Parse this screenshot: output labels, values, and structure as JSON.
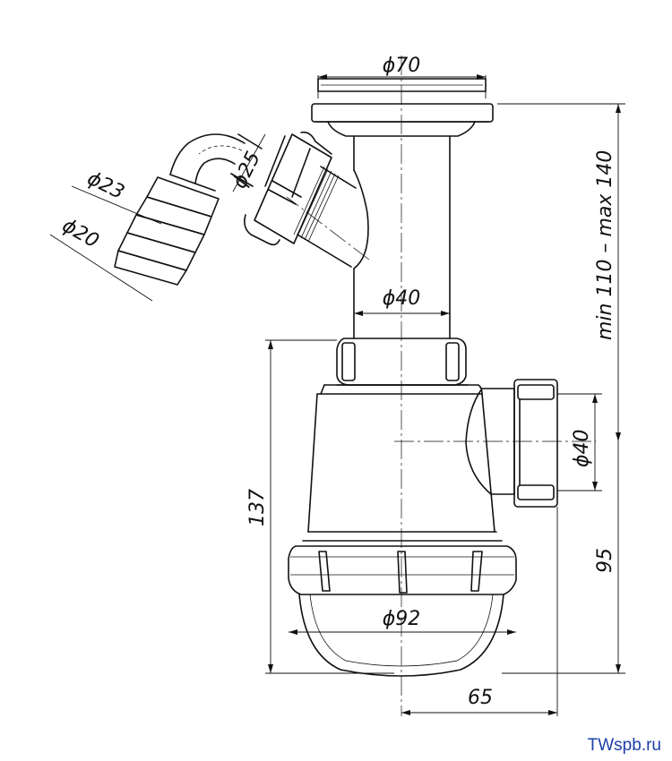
{
  "dimensions": {
    "top_flange_diameter": "ϕ70",
    "outlet_diameter": "ϕ25",
    "hose_outer_diameter": "ϕ23",
    "hose_inner_diameter": "ϕ20",
    "tube_diameter": "ϕ40",
    "height_range": "min 110 – max 140",
    "side_outlet_diameter": "ϕ40",
    "overall_height": "137",
    "bowl_diameter": "ϕ92",
    "outlet_height": "95",
    "outlet_offset": "65"
  },
  "watermark": "TWspb.ru"
}
